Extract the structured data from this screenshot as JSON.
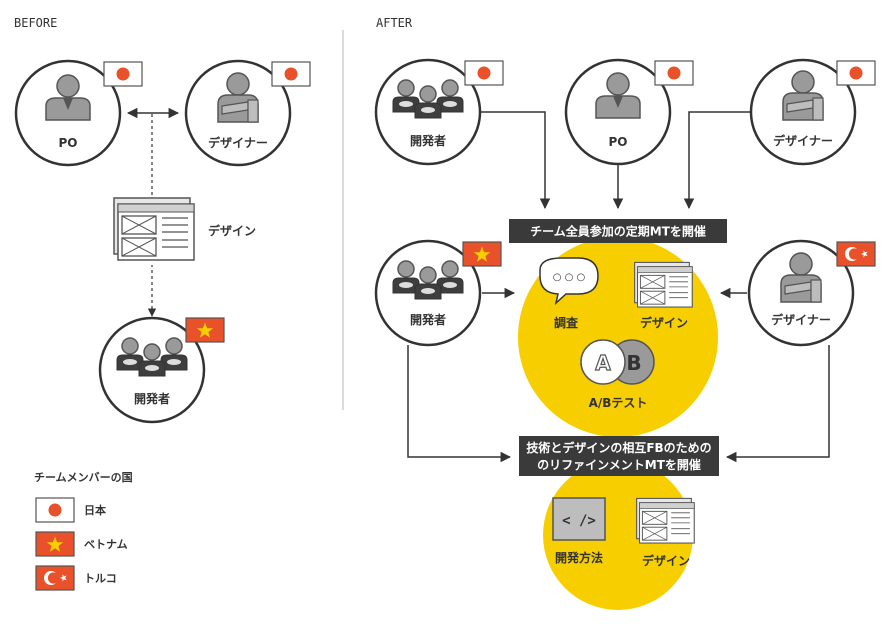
{
  "sections": {
    "before": "BEFORE",
    "after": "AFTER"
  },
  "before": {
    "po_label": "PO",
    "designer_label": "デザイナー",
    "design_label": "デザイン",
    "developer_label": "開発者"
  },
  "after": {
    "top": {
      "developer_label": "開発者",
      "po_label": "PO",
      "designer_label": "デザイナー"
    },
    "meeting1": {
      "title": "チーム全員参加の定期MTを開催",
      "items": {
        "research": "調査",
        "design": "デザイン",
        "abtest": "A/Bテスト",
        "a_letter": "A",
        "b_letter": "B",
        "speech_dots": "○ ○ ○"
      }
    },
    "side": {
      "developer_label": "開発者",
      "designer_label": "デザイナー"
    },
    "meeting2": {
      "title_line1": "技術とデザインの相互FBのための",
      "title_line2": "のリファインメントMTを開催",
      "items": {
        "dev_method": "開発方法",
        "design": "デザイン",
        "code_glyph": "< />"
      }
    }
  },
  "legend": {
    "title": "チームメンバーの国",
    "items": [
      {
        "label": "日本",
        "flag": "japan"
      },
      {
        "label": "ベトナム",
        "flag": "vietnam"
      },
      {
        "label": "トルコ",
        "flag": "turkey"
      }
    ]
  },
  "colors": {
    "yellow": "#f7cf00",
    "flag_red": "#e8512a",
    "vietnam_bg": "#e8512a",
    "vietnam_star": "#f7cf00",
    "dark_box": "#3a3a3a",
    "line": "#333333",
    "figure_gray": "#9a9a9a",
    "figure_dark": "#555555"
  }
}
